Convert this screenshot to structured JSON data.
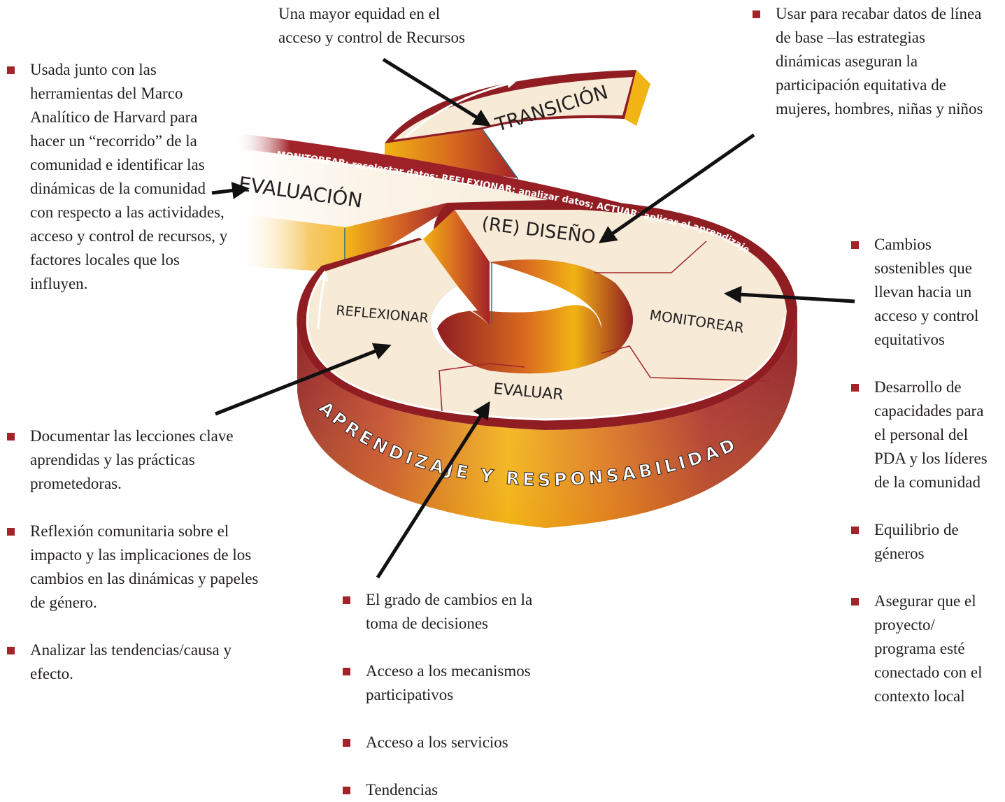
{
  "colors": {
    "ring_dark": "#8f1d22",
    "ring_mid": "#c0412a",
    "ring_gold": "#f2b315",
    "face": "#f7ead6",
    "bullet": "#a3232a",
    "arrow": "#111111"
  },
  "diagram": {
    "stage_evaluacion": "EVALUACIÓN",
    "stage_transicion": "TRANSICIÓN",
    "stage_rediseno": "(RE) DISEÑO",
    "stage_reflexionar": "REFLEXIONAR",
    "stage_monitorear": "MONITOREAR",
    "stage_evaluar": "EVALUAR",
    "band_text": "MONITOREAR: recolectar datos; REFLEXIONAR: analizar datos; ACTUAR: aplicar el aprendizaje",
    "ring_text": "APRENDIZAJE Y RESPONSABILIDAD"
  },
  "notes": {
    "top_center": [
      "Una mayor equidad en el",
      "acceso y control de Recursos"
    ],
    "left_top": "Usada junto con las herramientas del Marco Analítico de Harvard para hacer un “recorrido” de la comunidad e identificar las dinámicas de la comunidad con respecto a las actividades, acceso y control de recursos, y factores locales que los influyen.",
    "top_right": "Usar para recabar datos de línea de base –las estrategias dinámicas aseguran la participación equitativa de mujeres, hombres, niñas y niños",
    "left_bottom": [
      "Documentar las lecciones clave aprendidas y las prácticas prometedoras.",
      "Reflexión comunitaria sobre el impacto y las implicaciones de los cambios en las dinámicas y papeles de género.",
      "Analizar las tendencias/causa y efecto."
    ],
    "bottom_center": [
      "El grado de cambios en la toma de decisiones",
      "Acceso a los mecanismos participativos",
      "Acceso a los servicios",
      "Tendencias"
    ],
    "right": [
      "Cambios sostenibles que llevan hacia un acceso y control equitativos",
      "Desarrollo de capacidades para el personal del PDA y los líderes de la comunidad",
      "Equilibrio de géneros",
      "Asegurar que el proyecto/ programa esté conectado con el contexto local"
    ]
  }
}
